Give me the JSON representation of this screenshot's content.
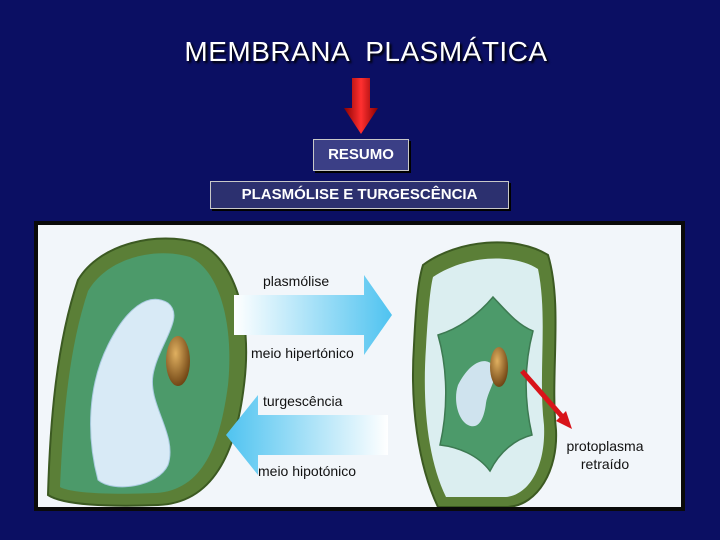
{
  "slide": {
    "title": "MEMBRANA  PLASMÁTICA",
    "box_summary": "RESUMO",
    "box_topic": "PLASMÓLISE E TURGESCÊNCIA"
  },
  "diagram": {
    "label_plasmolysis": "plasmólise",
    "label_hypertonic": "meio hipertónico",
    "label_turgescence": "turgescência",
    "label_hypotonic": "meio hipotónico",
    "label_retracted_line1": "protoplasma",
    "label_retracted_line2": "retraído"
  },
  "colors": {
    "background": "#0b0f63",
    "cell_wall": "#5b7f37",
    "cytoplasm": "#4c9a6a",
    "vacuole": "#d8eaf6",
    "nucleus": "#a06a22",
    "arrow_blue": "#4fc3f0",
    "pointer_red": "#d8141a"
  }
}
